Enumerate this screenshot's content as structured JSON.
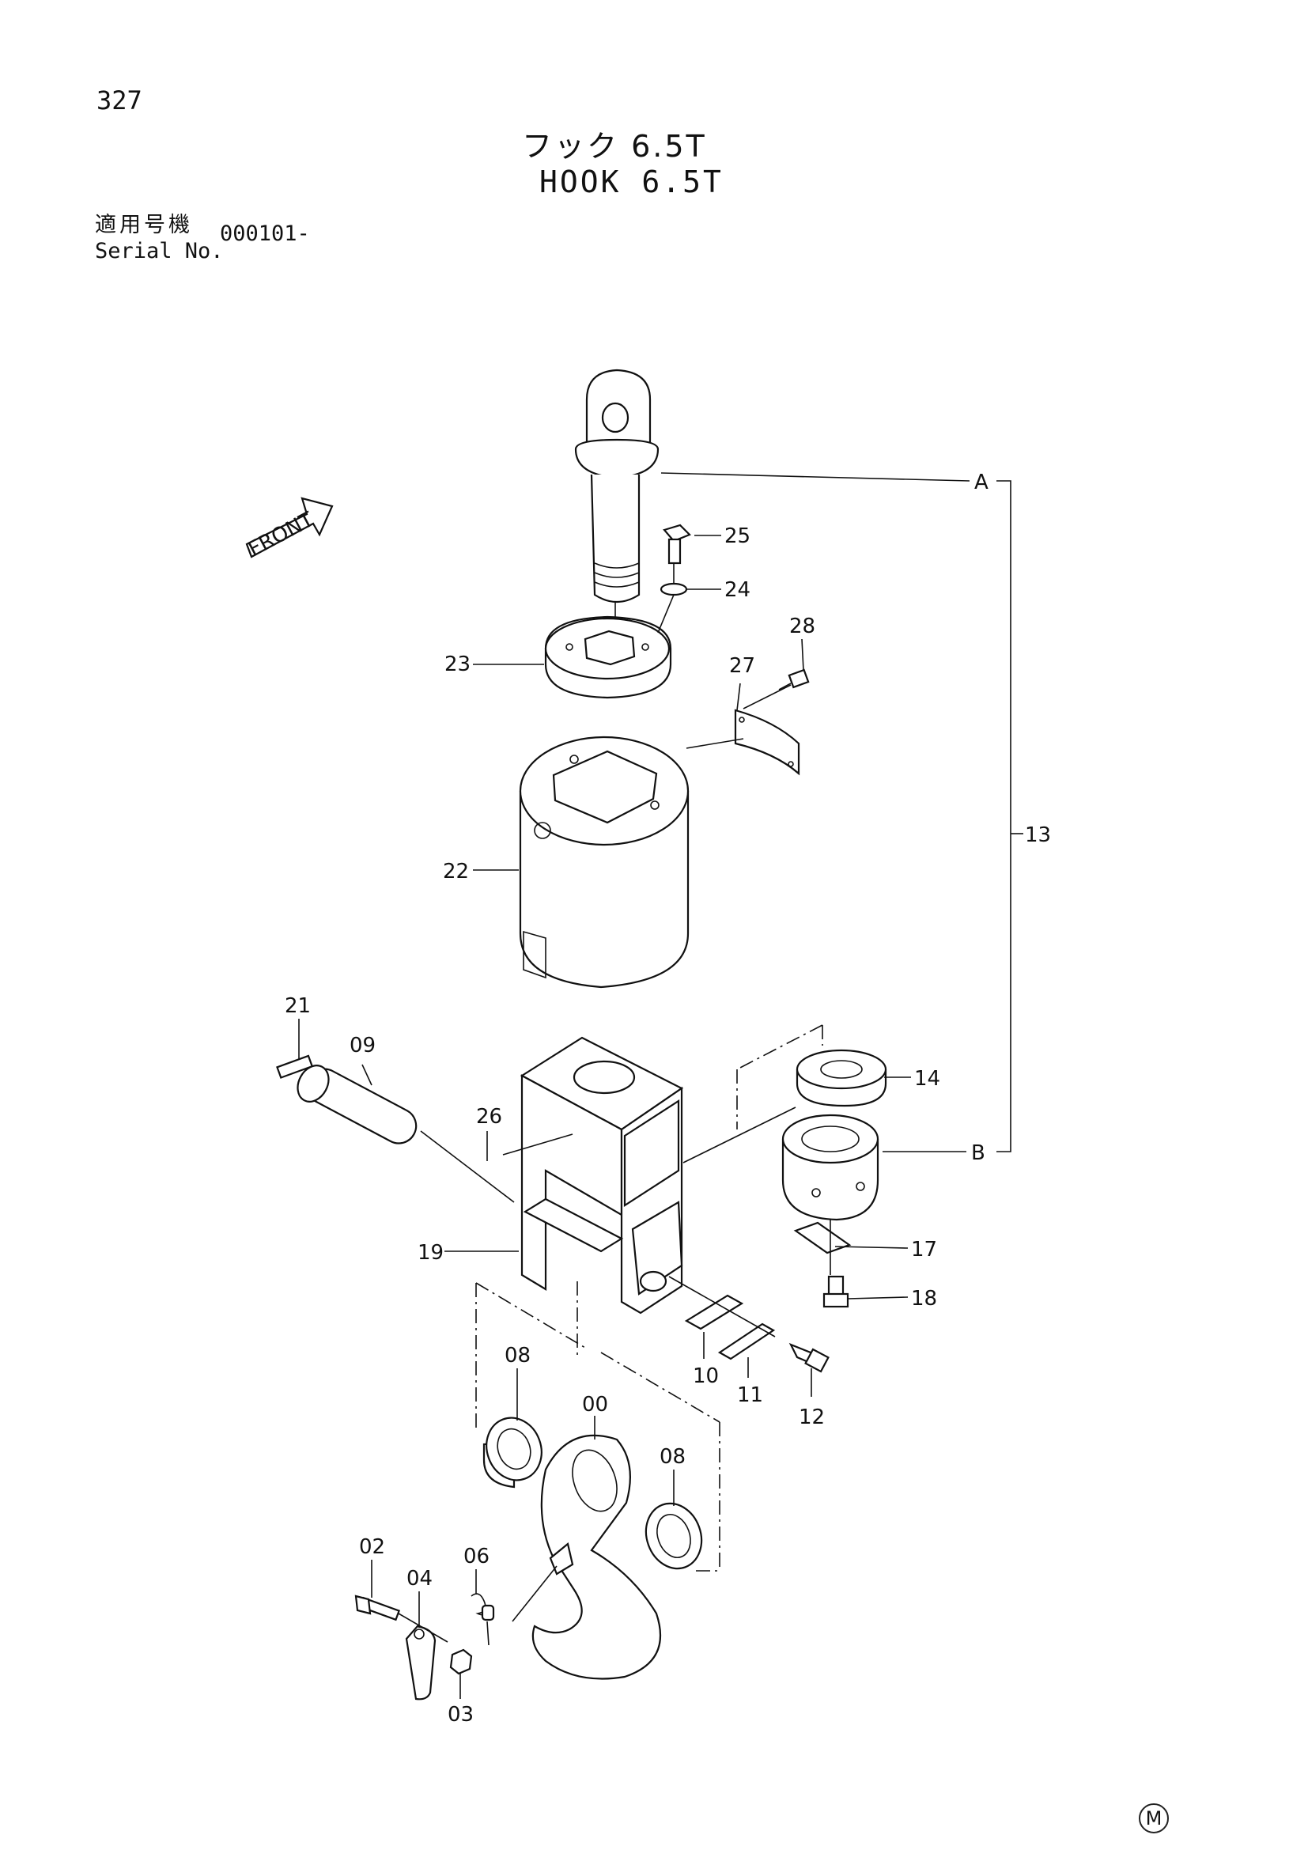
{
  "page_number": "327",
  "title_jp": "フック 6.5T",
  "title_en": "HOOK 6.5T",
  "serial_label_jp": "適用号機",
  "serial_label_en": "Serial No.",
  "serial_value": "000101-",
  "front_label": "FRONT",
  "footer_mark": "M",
  "callouts": {
    "c00": "00",
    "c02": "02",
    "c03": "03",
    "c04": "04",
    "c06": "06",
    "c08a": "08",
    "c08b": "08",
    "c09": "09",
    "c10": "10",
    "c11": "11",
    "c12": "12",
    "c13": "13",
    "c14": "14",
    "c17": "17",
    "c18": "18",
    "c19": "19",
    "c21": "21",
    "c22": "22",
    "c23": "23",
    "c24": "24",
    "c25": "25",
    "c26": "26",
    "c27": "27",
    "c28": "28",
    "refA": "A",
    "refB": "B"
  }
}
